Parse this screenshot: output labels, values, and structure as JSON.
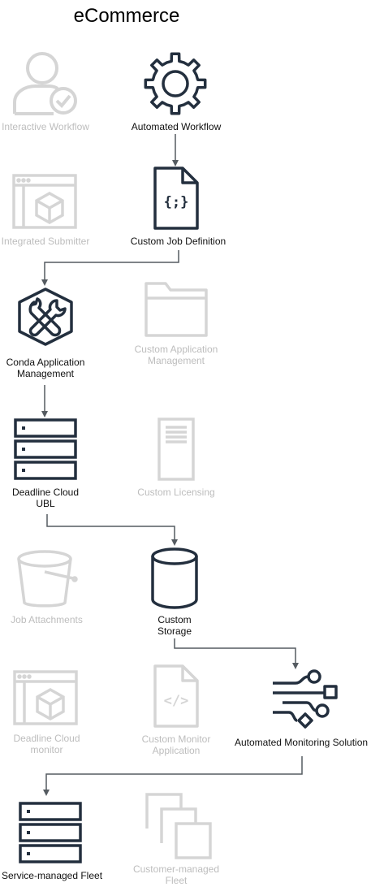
{
  "title": "eCommerce",
  "colors": {
    "active": "#232f3e",
    "faded": "#d5d5d5",
    "arrow": "#555b61"
  },
  "nodes": {
    "interactive_workflow": "Interactive Workflow",
    "automated_workflow": "Automated Workflow",
    "integrated_submitter": "Integrated Submitter",
    "custom_job_definition": "Custom Job Definition",
    "conda_app_mgmt": [
      "Conda Application",
      "Management"
    ],
    "custom_app_mgmt": [
      "Custom Application",
      "Management"
    ],
    "deadline_cloud_ubl": [
      "Deadline Cloud",
      "UBL"
    ],
    "custom_licensing": "Custom Licensing",
    "job_attachments": "Job Attachments",
    "custom_storage": [
      "Custom",
      "Storage"
    ],
    "deadline_cloud_monitor": [
      "Deadline Cloud",
      "monitor"
    ],
    "custom_monitor_app": [
      "Custom Monitor",
      "Application"
    ],
    "automated_monitoring": "Automated Monitoring Solution",
    "service_managed_fleet": "Service-managed Fleet",
    "customer_managed_fleet": [
      "Customer-managed",
      "Fleet"
    ]
  },
  "icons": {
    "job_definition_glyph": "{;}",
    "monitor_app_glyph": "</>"
  }
}
